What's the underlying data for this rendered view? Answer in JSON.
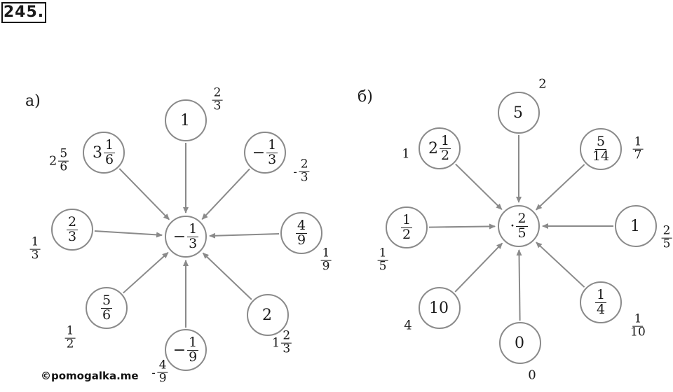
{
  "problem_number": "245.",
  "watermark": "©pomogalka.me",
  "parts": [
    {
      "id": "a",
      "label": "а)",
      "center": {
        "sign": "−",
        "whole": "",
        "num": "1",
        "den": "3"
      },
      "nodes": [
        {
          "pos": "top",
          "value": {
            "sign": "",
            "whole": "1",
            "num": "",
            "den": ""
          },
          "answer": {
            "sign": "",
            "whole": "",
            "num": "2",
            "den": "3"
          }
        },
        {
          "pos": "top-right",
          "value": {
            "sign": "−",
            "whole": "",
            "num": "1",
            "den": "3"
          },
          "answer": {
            "sign": "-",
            "whole": "",
            "num": "2",
            "den": "3"
          }
        },
        {
          "pos": "right",
          "value": {
            "sign": "",
            "whole": "",
            "num": "4",
            "den": "9"
          },
          "answer": {
            "sign": "",
            "whole": "",
            "num": "1",
            "den": "9"
          }
        },
        {
          "pos": "bottom-right",
          "value": {
            "sign": "",
            "whole": "2",
            "num": "",
            "den": ""
          },
          "answer": {
            "sign": "",
            "whole": "1",
            "num": "2",
            "den": "3"
          }
        },
        {
          "pos": "bottom",
          "value": {
            "sign": "−",
            "whole": "",
            "num": "1",
            "den": "9"
          },
          "answer": {
            "sign": "-",
            "whole": "",
            "num": "4",
            "den": "9"
          }
        },
        {
          "pos": "bottom-left",
          "value": {
            "sign": "",
            "whole": "",
            "num": "5",
            "den": "6"
          },
          "answer": {
            "sign": "",
            "whole": "",
            "num": "1",
            "den": "2"
          }
        },
        {
          "pos": "left",
          "value": {
            "sign": "",
            "whole": "",
            "num": "2",
            "den": "3"
          },
          "answer": {
            "sign": "",
            "whole": "",
            "num": "1",
            "den": "3"
          }
        },
        {
          "pos": "top-left",
          "value": {
            "sign": "",
            "whole": "3",
            "num": "1",
            "den": "6"
          },
          "answer": {
            "sign": "",
            "whole": "2",
            "num": "5",
            "den": "6"
          }
        }
      ]
    },
    {
      "id": "b",
      "label": "б)",
      "center": {
        "sign": "·",
        "whole": "",
        "num": "2",
        "den": "5"
      },
      "nodes": [
        {
          "pos": "top",
          "value": {
            "sign": "",
            "whole": "5",
            "num": "",
            "den": ""
          },
          "answer": {
            "sign": "",
            "whole": "2",
            "num": "",
            "den": ""
          }
        },
        {
          "pos": "top-right",
          "value": {
            "sign": "",
            "whole": "",
            "num": "5",
            "den": "14"
          },
          "answer": {
            "sign": "",
            "whole": "",
            "num": "1",
            "den": "7"
          }
        },
        {
          "pos": "right",
          "value": {
            "sign": "",
            "whole": "1",
            "num": "",
            "den": ""
          },
          "answer": {
            "sign": "",
            "whole": "",
            "num": "2",
            "den": "5"
          }
        },
        {
          "pos": "bottom-right",
          "value": {
            "sign": "",
            "whole": "",
            "num": "1",
            "den": "4"
          },
          "answer": {
            "sign": "",
            "whole": "",
            "num": "1",
            "den": "10"
          }
        },
        {
          "pos": "bottom",
          "value": {
            "sign": "",
            "whole": "0",
            "num": "",
            "den": ""
          },
          "answer": {
            "sign": "",
            "whole": "0",
            "num": "",
            "den": ""
          }
        },
        {
          "pos": "bottom-left",
          "value": {
            "sign": "",
            "whole": "10",
            "num": "",
            "den": ""
          },
          "answer": {
            "sign": "",
            "whole": "4",
            "num": "",
            "den": ""
          }
        },
        {
          "pos": "left",
          "value": {
            "sign": "",
            "whole": "",
            "num": "1",
            "den": "2"
          },
          "answer": {
            "sign": "",
            "whole": "",
            "num": "1",
            "den": "5"
          }
        },
        {
          "pos": "top-left",
          "value": {
            "sign": "",
            "whole": "2",
            "num": "1",
            "den": "2"
          },
          "answer": {
            "sign": "",
            "whole": "1",
            "num": "",
            "den": ""
          }
        }
      ]
    }
  ]
}
